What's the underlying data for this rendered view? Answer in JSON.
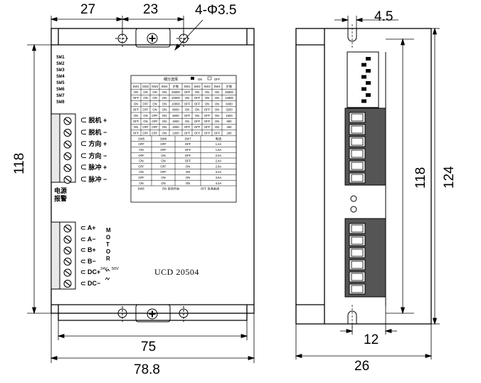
{
  "dimensions": {
    "top_left": "27",
    "top_mid": "23",
    "holes": "4-Φ3.5",
    "left_height": "118",
    "bottom_inner": "75",
    "bottom_outer": "78.8",
    "side_top": "4.5",
    "side_inner_height": "118",
    "side_outer_height": "124",
    "side_bottom": "12",
    "side_width": "26"
  },
  "switch_labels": [
    "SW1",
    "SW2",
    "SW3",
    "SW4",
    "SW5",
    "SW6",
    "SW7",
    "SW8"
  ],
  "upper_terminals": [
    {
      "label": "脱机 +"
    },
    {
      "label": "脱机 −"
    },
    {
      "label": "方向 +"
    },
    {
      "label": "方向 −"
    },
    {
      "label": "脉冲 +"
    },
    {
      "label": "脉冲 −"
    }
  ],
  "alarm_label": [
    "电源",
    "报警"
  ],
  "lower_terminals": [
    {
      "label": "A+"
    },
    {
      "label": "A−"
    },
    {
      "label": "B+"
    },
    {
      "label": "B−"
    },
    {
      "label": "DC+"
    },
    {
      "label": "DC−"
    }
  ],
  "motor_label": [
    "M",
    "O",
    "T",
    "O",
    "R"
  ],
  "dc_range": [
    "24V",
    "50V"
  ],
  "model": "UCD 20504",
  "table": {
    "title": "细分选择",
    "legend_on": "ON",
    "legend_off": "OFF",
    "microstep_header": [
      "SW1",
      "SW2",
      "SW3",
      "SW4",
      "步数",
      "SW1",
      "SW2",
      "SW3",
      "SW4",
      "步数"
    ],
    "microstep_rows": [
      [
        "ON",
        "ON",
        "ON",
        "ON",
        "25000",
        "OFF",
        "ON",
        "ON",
        "ON",
        "25600"
      ],
      [
        "OFF",
        "ON",
        "ON",
        "ON",
        "20000",
        "ON",
        "OFF",
        "ON",
        "ON",
        "12800"
      ],
      [
        "ON",
        "OFF",
        "ON",
        "ON",
        "10000",
        "OFF",
        "OFF",
        "ON",
        "ON",
        "6400"
      ],
      [
        "OFF",
        "OFF",
        "ON",
        "ON",
        "8000",
        "ON",
        "ON",
        "OFF",
        "ON",
        "3200"
      ],
      [
        "ON",
        "ON",
        "OFF",
        "ON",
        "5000",
        "OFF",
        "ON",
        "OFF",
        "ON",
        "1600"
      ],
      [
        "OFF",
        "ON",
        "OFF",
        "ON",
        "4000",
        "ON",
        "OFF",
        "OFF",
        "ON",
        "800"
      ],
      [
        "ON",
        "OFF",
        "OFF",
        "ON",
        "2000",
        "OFF",
        "OFF",
        "OFF",
        "ON",
        "400"
      ],
      [
        "OFF",
        "OFF",
        "OFF",
        "ON",
        "1000",
        "OFF",
        "OFF",
        "OFF",
        "OFF",
        "200"
      ]
    ],
    "current_header": [
      "SW5",
      "SW6",
      "SW7",
      "电流"
    ],
    "current_rows": [
      [
        "OFF",
        "OFF",
        "OFF",
        "1.2A"
      ],
      [
        "ON",
        "OFF",
        "OFF",
        "1.5A"
      ],
      [
        "OFF",
        "ON",
        "OFF",
        "2.0A"
      ],
      [
        "ON",
        "ON",
        "OFF",
        "2.4A"
      ],
      [
        "OFF",
        "OFF",
        "ON",
        "2.8A"
      ],
      [
        "ON",
        "OFF",
        "ON",
        "3.2A"
      ],
      [
        "OFF",
        "ON",
        "ON",
        "3.6A"
      ],
      [
        "ON",
        "ON",
        "ON",
        "4.0A"
      ]
    ],
    "footer": [
      "SW8",
      "ON 自测开始",
      "OFF 自测关闭"
    ]
  }
}
